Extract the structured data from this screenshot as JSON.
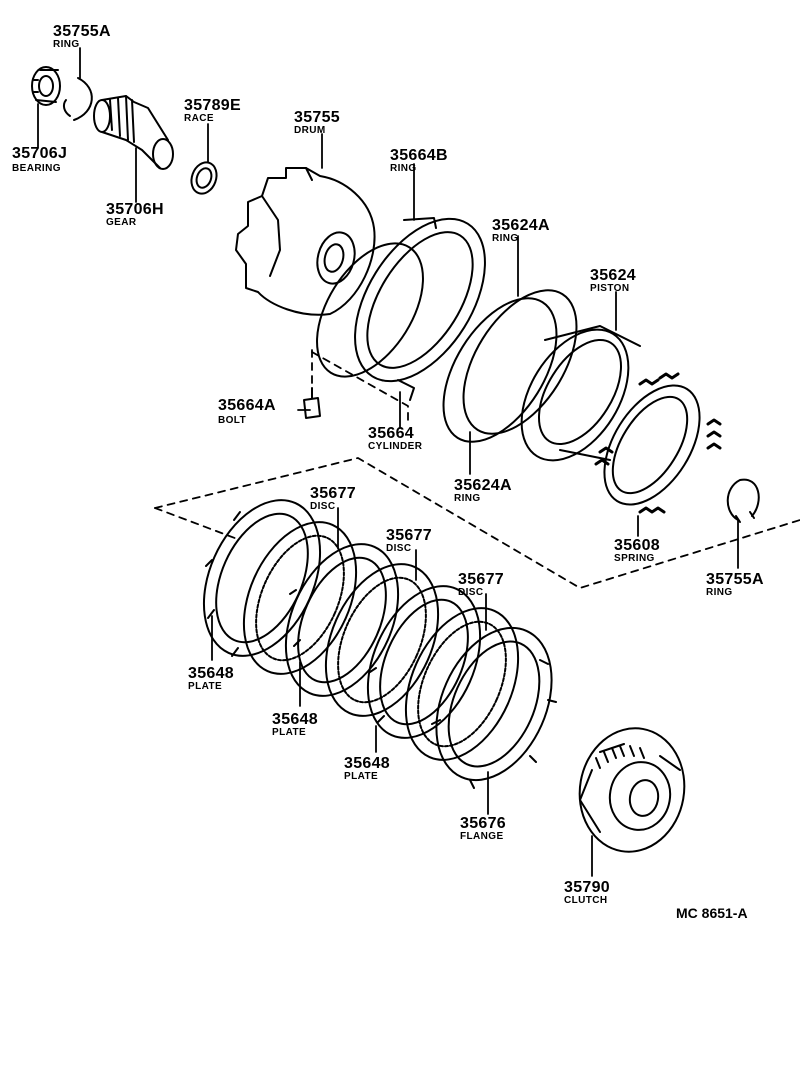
{
  "diagram_code": "MC 8651-A",
  "parts": [
    {
      "number": "35755A",
      "name": "RING"
    },
    {
      "number": "35706J",
      "name": "BEARING"
    },
    {
      "number": "35706H",
      "name": "GEAR"
    },
    {
      "number": "35789E",
      "name": "RACE"
    },
    {
      "number": "35755",
      "name": "DRUM"
    },
    {
      "number": "35664B",
      "name": "RING"
    },
    {
      "number": "35624A",
      "name": "RING"
    },
    {
      "number": "35624",
      "name": "PISTON"
    },
    {
      "number": "35664A",
      "name": "BOLT"
    },
    {
      "number": "35664",
      "name": "CYLINDER"
    },
    {
      "number": "35624A",
      "name": "RING"
    },
    {
      "number": "35608",
      "name": "SPRING"
    },
    {
      "number": "35755A",
      "name": "RING"
    },
    {
      "number": "35677",
      "name": "DISC"
    },
    {
      "number": "35677",
      "name": "DISC"
    },
    {
      "number": "35677",
      "name": "DISC"
    },
    {
      "number": "35648",
      "name": "PLATE"
    },
    {
      "number": "35648",
      "name": "PLATE"
    },
    {
      "number": "35648",
      "name": "PLATE"
    },
    {
      "number": "35676",
      "name": "FLANGE"
    },
    {
      "number": "35790",
      "name": "CLUTCH"
    }
  ]
}
